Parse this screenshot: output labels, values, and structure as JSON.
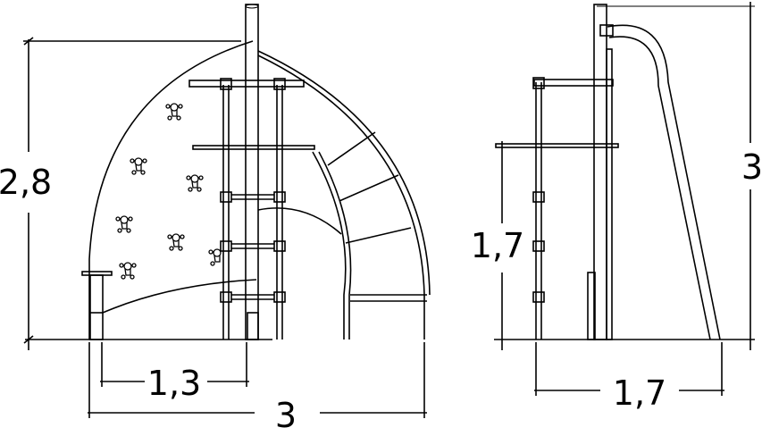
{
  "front_view": {
    "height_label": "2,8",
    "inner_width_label": "1,3",
    "total_width_label": "3"
  },
  "side_view": {
    "platform_height_label": "1,7",
    "total_height_label": "3",
    "depth_label": "1,7"
  }
}
